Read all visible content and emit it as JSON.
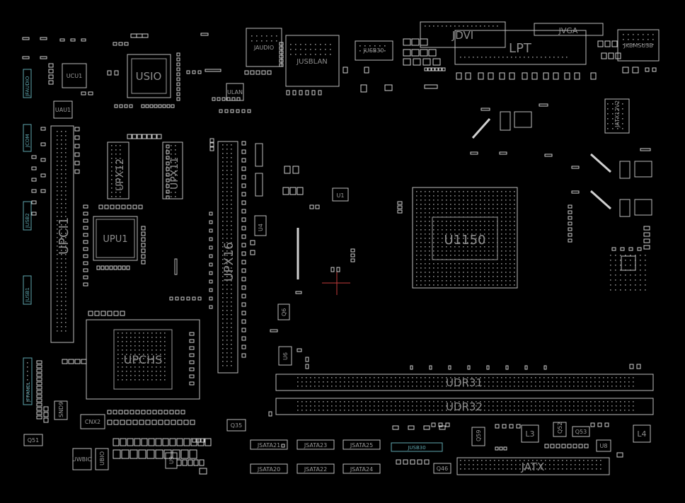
{
  "board": {
    "labels": {
      "jdvi": "JDVI",
      "jvga": "JVGA",
      "lpt": "LPT",
      "jaudio": "JAUDIO",
      "jusblan": "JUSBLAN",
      "jusb3_top": "JUSB30",
      "jkbmsusb": "JKBMSUSB",
      "usio": "USIO",
      "ucu1": "UCU1",
      "jfaudio": "JFAUDIO",
      "uau1": "UAU1",
      "jcom": "JCOM",
      "jusb2": "JUSB2",
      "jusb1": "JUSB1",
      "upci1": "UPCI1",
      "upx12": "UPX12",
      "upx11": "UPX11",
      "upu1": "UPU1",
      "upx16": "UPX16",
      "ulan": "ULAN",
      "jatx12v2": "JATX12V2",
      "u1": "U1",
      "u4": "U4",
      "u1150": "U1150",
      "q6": "Q6",
      "u6": "U6",
      "upchs": "UPCHS",
      "jfpanel": "JFPANEL",
      "snd9": "SND9",
      "cnx2": "CNX2",
      "q51": "Q51",
      "q35": "Q35",
      "udr31": "UDR31",
      "udr32": "UDR32",
      "uwbio": "UWBIO",
      "ubio": "UBIO",
      "u9": "U9",
      "jsata21": "JSATA21",
      "jsata23": "JSATA23",
      "jsata25": "JSATA25",
      "jsata20": "JSATA20",
      "jsata22": "JSATA22",
      "jsata24": "JSATA24",
      "jusb30": "JUSB30",
      "q46": "Q46",
      "q59": "Q59",
      "l3": "L3",
      "q52": "Q52",
      "q53": "Q53",
      "u8": "U8",
      "l4": "L4",
      "jatx": "JATX"
    }
  }
}
